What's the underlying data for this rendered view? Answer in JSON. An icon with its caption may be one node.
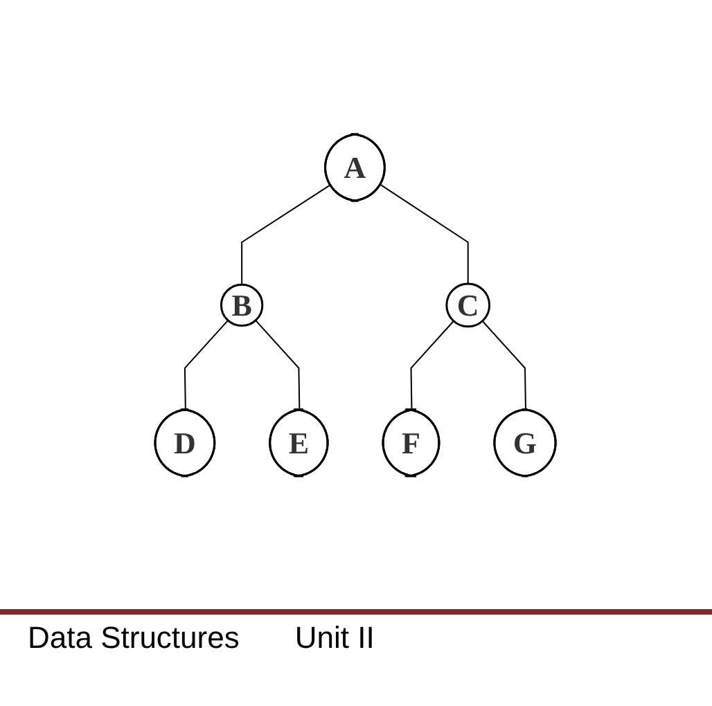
{
  "diagram": {
    "nodes": [
      {
        "text": [
          "A"
        ]
      },
      {
        "text": [
          "B"
        ]
      },
      {
        "text": [
          "C"
        ]
      },
      {
        "text": [
          "D"
        ]
      },
      {
        "text": [
          "E"
        ]
      },
      {
        "text": [
          "F"
        ]
      },
      {
        "text": [
          "G"
        ]
      }
    ],
    "edges": [
      {
        "from": 0,
        "to": 1,
        "arrow": "none"
      },
      {
        "from": 0,
        "to": 2,
        "arrow": "none"
      },
      {
        "from": 1,
        "to": 3,
        "arrow": "none"
      },
      {
        "from": 1,
        "to": 4,
        "arrow": "none"
      },
      {
        "from": 2,
        "to": 5,
        "arrow": "none"
      },
      {
        "from": 2,
        "to": 6,
        "arrow": "none"
      }
    ],
    "labels": [
      "Data Structures",
      "Unit II"
    ]
  }
}
